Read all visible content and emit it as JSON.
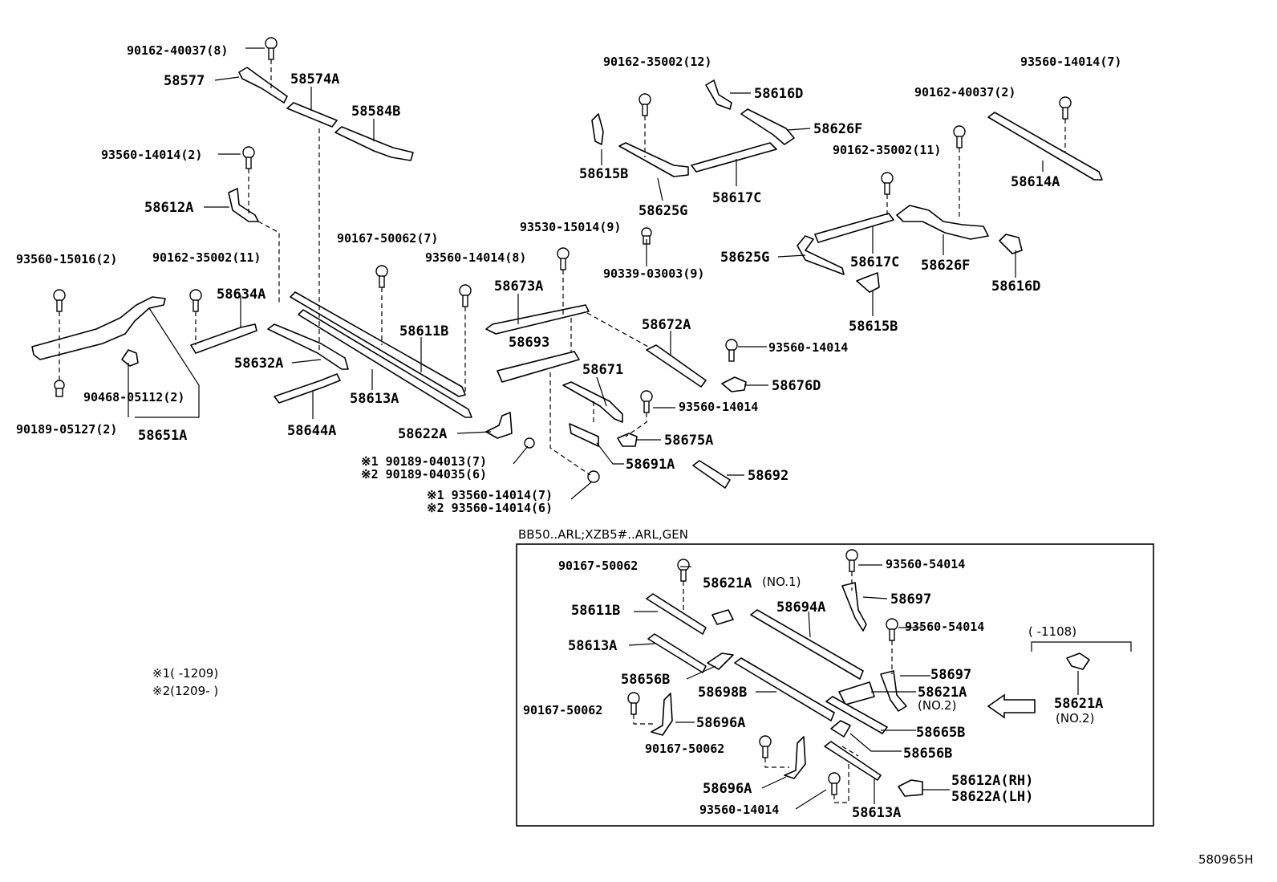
{
  "labels": {
    "l001": "90162-40037(8)",
    "l002": "58577",
    "l003": "58574A",
    "l004": "58584B",
    "l005": "93560-14014(2)",
    "l006": "58612A",
    "l007": "93560-15016(2)",
    "l008": "90162-35002(11)",
    "l009": "58634A",
    "l010": "90167-50062(7)",
    "l011": "93560-14014(8)",
    "l012": "58611B",
    "l013": "58632A",
    "l014": "58613A",
    "l015": "90468-05112(2)",
    "l016": "90189-05127(2)",
    "l017": "58651A",
    "l018": "58644A",
    "l019": "58622A",
    "l020": "※1 90189-04013(7)",
    "l021": "※2 90189-04035(6)",
    "l022": "※1 93560-14014(7)",
    "l023": "※2 93560-14014(6)",
    "l024": "90162-35002(12)",
    "l025": "58616D",
    "l026": "58626F",
    "l027": "58615B",
    "l028": "58625G",
    "l029": "58617C",
    "l030": "93530-15014(9)",
    "l031": "90339-03003(9)",
    "l032": "58673A",
    "l033": "58693",
    "l034": "58672A",
    "l035": "58671",
    "l036": "93560-14014",
    "l037": "58676D",
    "l038": "93560-14014",
    "l039": "58675A",
    "l040": "58691A",
    "l041": "58692",
    "l042": "93560-14014(7)",
    "l043": "90162-40037(2)",
    "l044": "58614A",
    "l045": "90162-35002(11)",
    "l046": "58625G",
    "l047": "58617C",
    "l048": "58626F",
    "l049": "58616D",
    "l050": "58615B",
    "l051": "BB50..ARL;XZB5#..ARL,GEN",
    "l052": "90167-50062",
    "l053": "58621A",
    "l054": "(NO.1)",
    "l055": "93560-54014",
    "l056": "58697",
    "l057": "58611B",
    "l058": "58694A",
    "l059": "93560-54014",
    "l060": "(  -1108)",
    "l061": "58613A",
    "l062": "58697",
    "l063": "58656B",
    "l064": "58698B",
    "l065": "58621A",
    "l066": "(NO.2)",
    "l067": "58621A",
    "l068": "(NO.2)",
    "l069": "90167-50062",
    "l070": "58696A",
    "l071": "58665B",
    "l072": "90167-50062",
    "l073": "58656B",
    "l074": "58696A",
    "l075": "58612A(RH)",
    "l076": "58622A(LH)",
    "l077": "93560-14014",
    "l078": "58613A",
    "l079": "※1(    -1209)",
    "l080": "※2(1209-    )",
    "l081": "580965H"
  }
}
